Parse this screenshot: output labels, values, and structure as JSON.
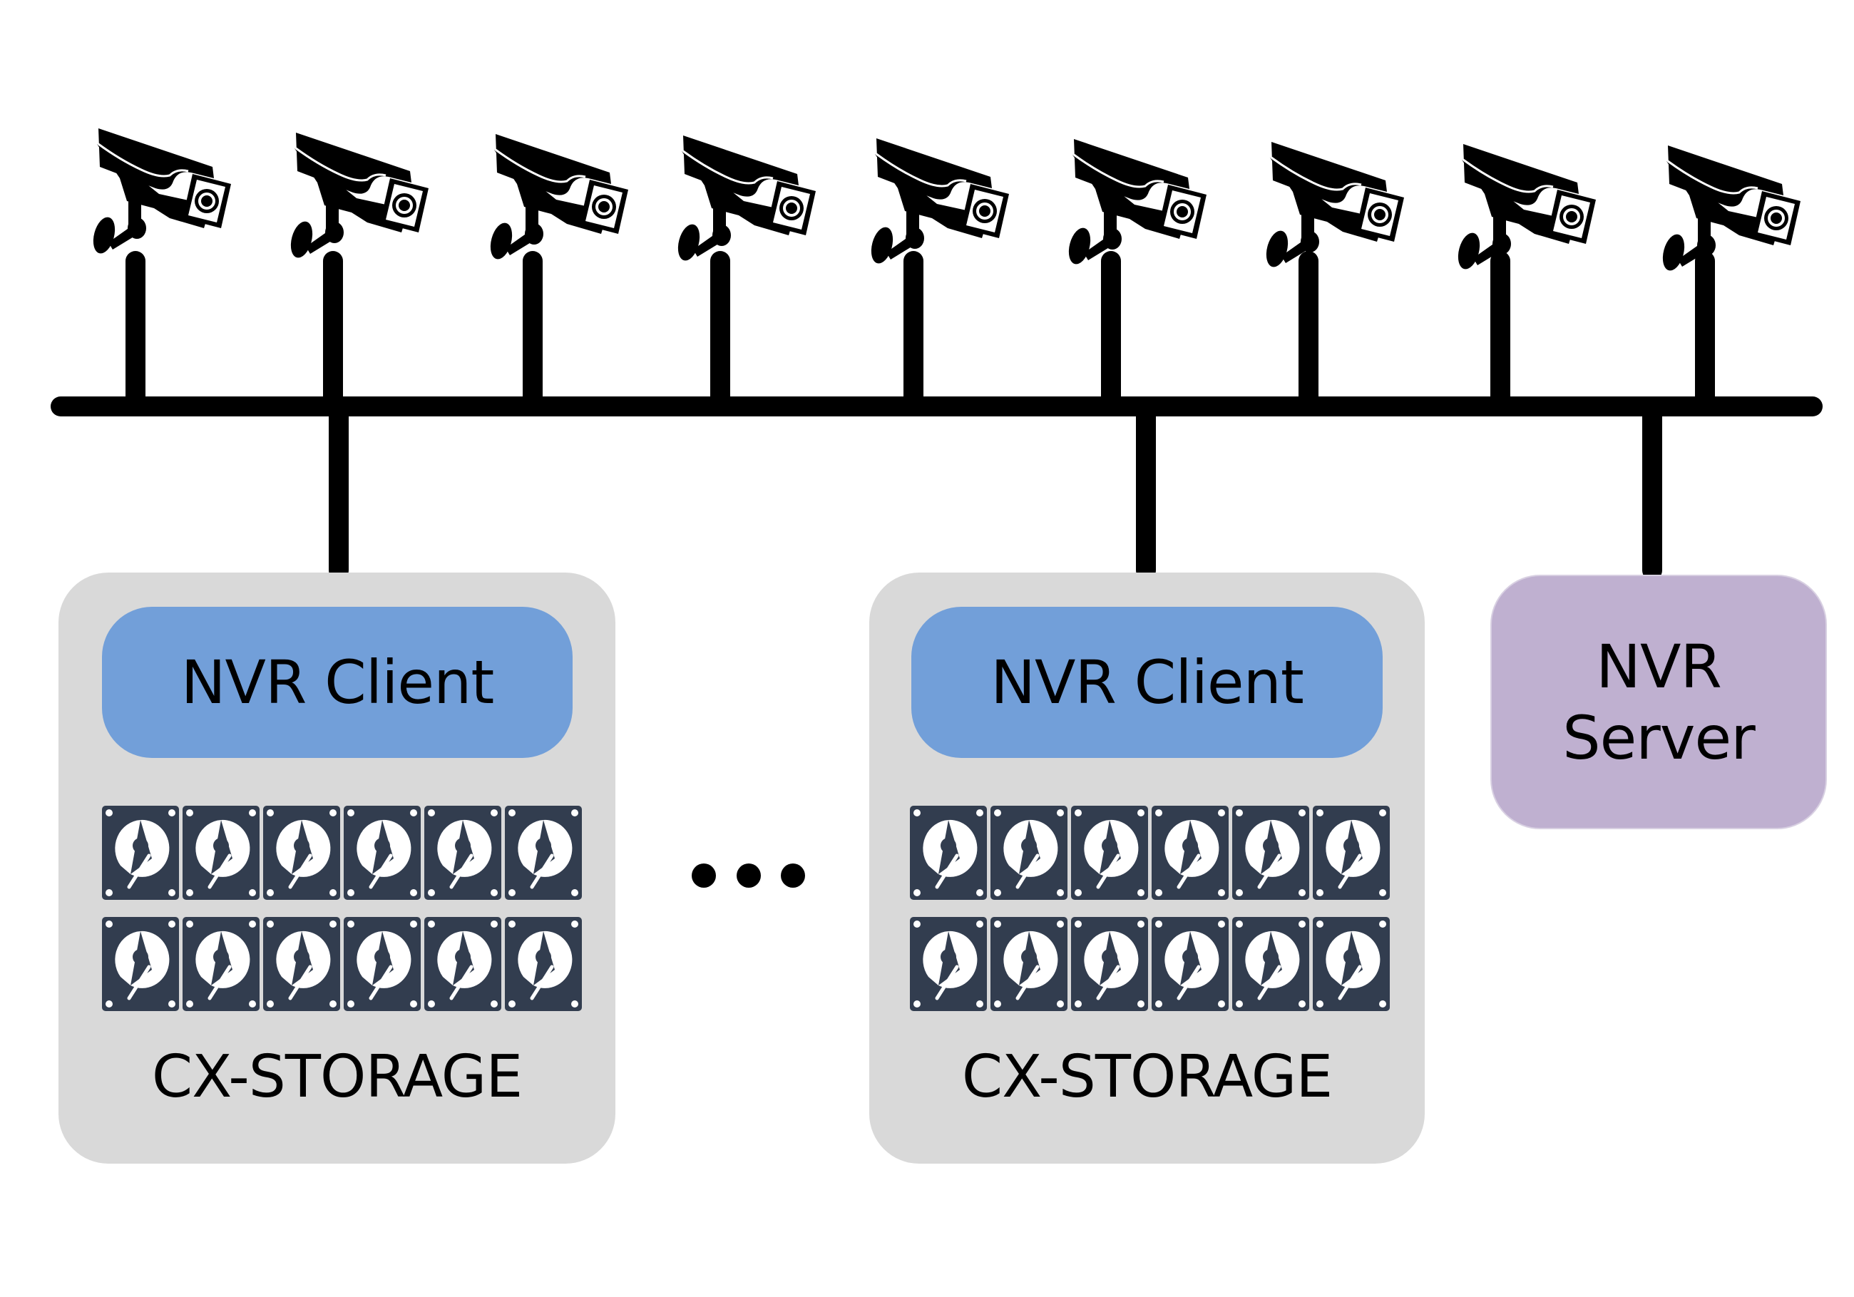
{
  "diagram": {
    "title": "",
    "network_bus": {
      "label": "",
      "color": "#000000"
    },
    "cameras": [
      {
        "icon": "cctv-camera-icon"
      },
      {
        "icon": "cctv-camera-icon"
      },
      {
        "icon": "cctv-camera-icon"
      },
      {
        "icon": "cctv-camera-icon"
      },
      {
        "icon": "cctv-camera-icon"
      },
      {
        "icon": "cctv-camera-icon"
      },
      {
        "icon": "cctv-camera-icon"
      },
      {
        "icon": "cctv-camera-icon"
      },
      {
        "icon": "cctv-camera-icon"
      }
    ],
    "storage_nodes": [
      {
        "client_label": "NVR Client",
        "storage_label": "CX-STORAGE",
        "disk_rows": 2,
        "disks_per_row": 6,
        "disk_icon": "hard-disk-icon"
      },
      {
        "client_label": "NVR Client",
        "storage_label": "CX-STORAGE",
        "disk_rows": 2,
        "disks_per_row": 6,
        "disk_icon": "hard-disk-icon"
      }
    ],
    "ellipsis": "...",
    "server": {
      "line1": "NVR",
      "line2": "Server"
    },
    "colors": {
      "storage_box": "#d9d9d9",
      "client_pill": "#729fd9",
      "server_box": "#bfb0d0",
      "disk": "#323d4f",
      "line": "#000000"
    }
  }
}
